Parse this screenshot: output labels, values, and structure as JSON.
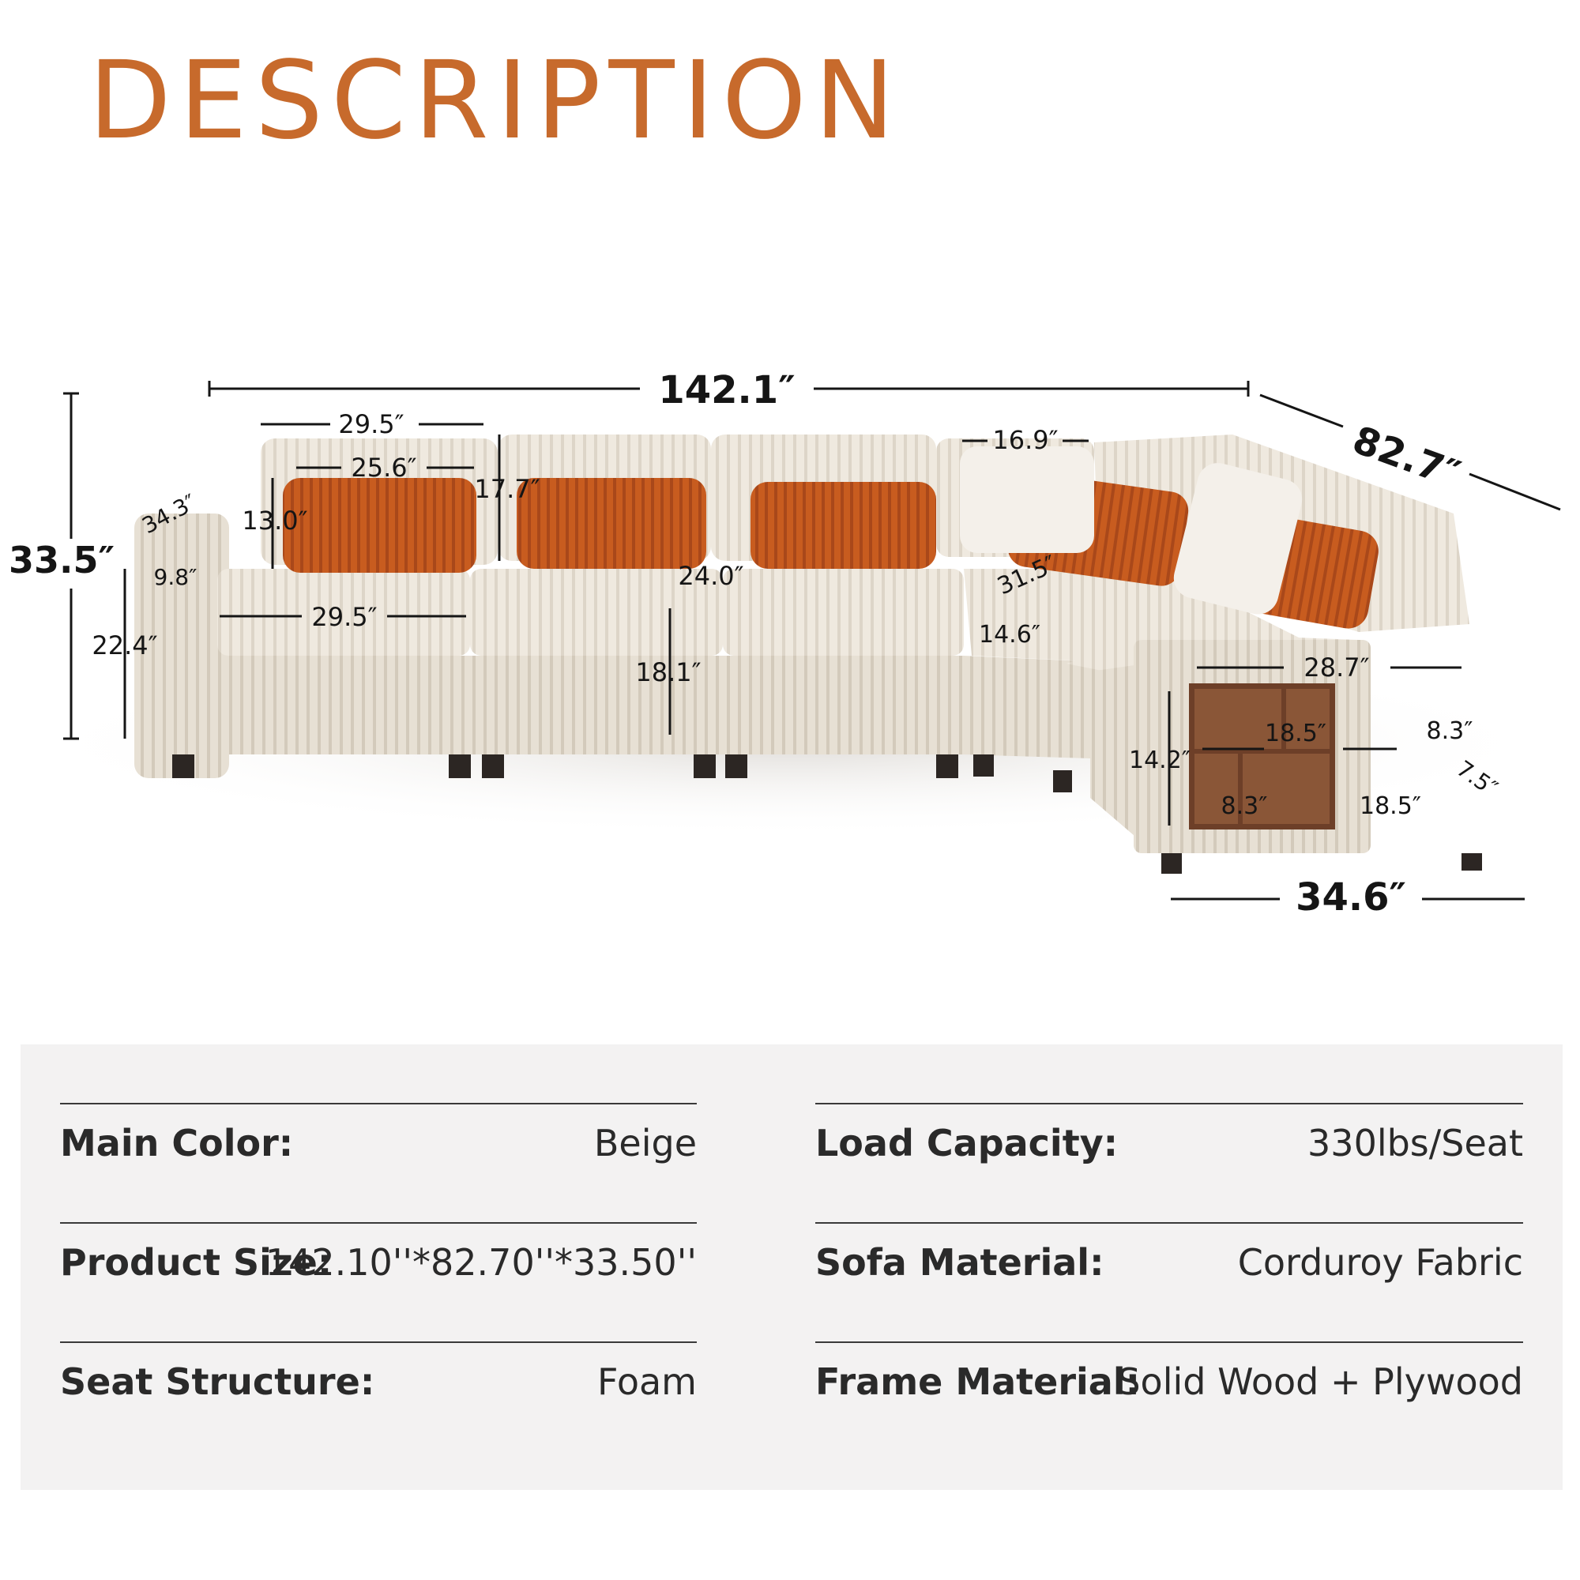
{
  "title": "DESCRIPTION",
  "dimensions": {
    "overall_length": "142.1″",
    "overall_depth": "82.7″",
    "overall_height": "33.5″",
    "arm_depth": "34.3″",
    "arm_width": "9.8″",
    "arm_height": "22.4″",
    "back_width": "29.5″",
    "pillow_width": "25.6″",
    "pillow_height": "13.0″",
    "back_height": "17.7″",
    "seat_width": "29.5″",
    "seat_depth": "24.0″",
    "seat_height": "18.1″",
    "corner_back_width": "16.9″",
    "corner_seat_depth": "31.5″",
    "corner_seat_width": "14.6″",
    "shelf_width": "28.7″",
    "shelf_large_top": "18.5″",
    "shelf_small_top": "8.3″",
    "shelf_height": "14.2″",
    "shelf_small_bottom": "8.3″",
    "shelf_large_bottom": "18.5″",
    "shelf_depth": "7.5″",
    "console_width": "34.6″"
  },
  "specs": {
    "left": [
      {
        "label": "Main Color:",
        "value": "Beige"
      },
      {
        "label": "Product Size:",
        "value": "142.10''*82.70''*33.50''"
      },
      {
        "label": "Seat Structure:",
        "value": "Foam"
      }
    ],
    "right": [
      {
        "label": "Load Capacity:",
        "value": "330lbs/Seat"
      },
      {
        "label": "Sofa Material:",
        "value": "Corduroy Fabric"
      },
      {
        "label": "Frame Material:",
        "value": "Solid Wood + Plywood"
      }
    ]
  },
  "colors": {
    "accent": "#c76a2c",
    "sofa": "#efe9df",
    "pillow": "#c75a1e",
    "wood": "#7a4a30",
    "panel": "#f3f2f2"
  }
}
